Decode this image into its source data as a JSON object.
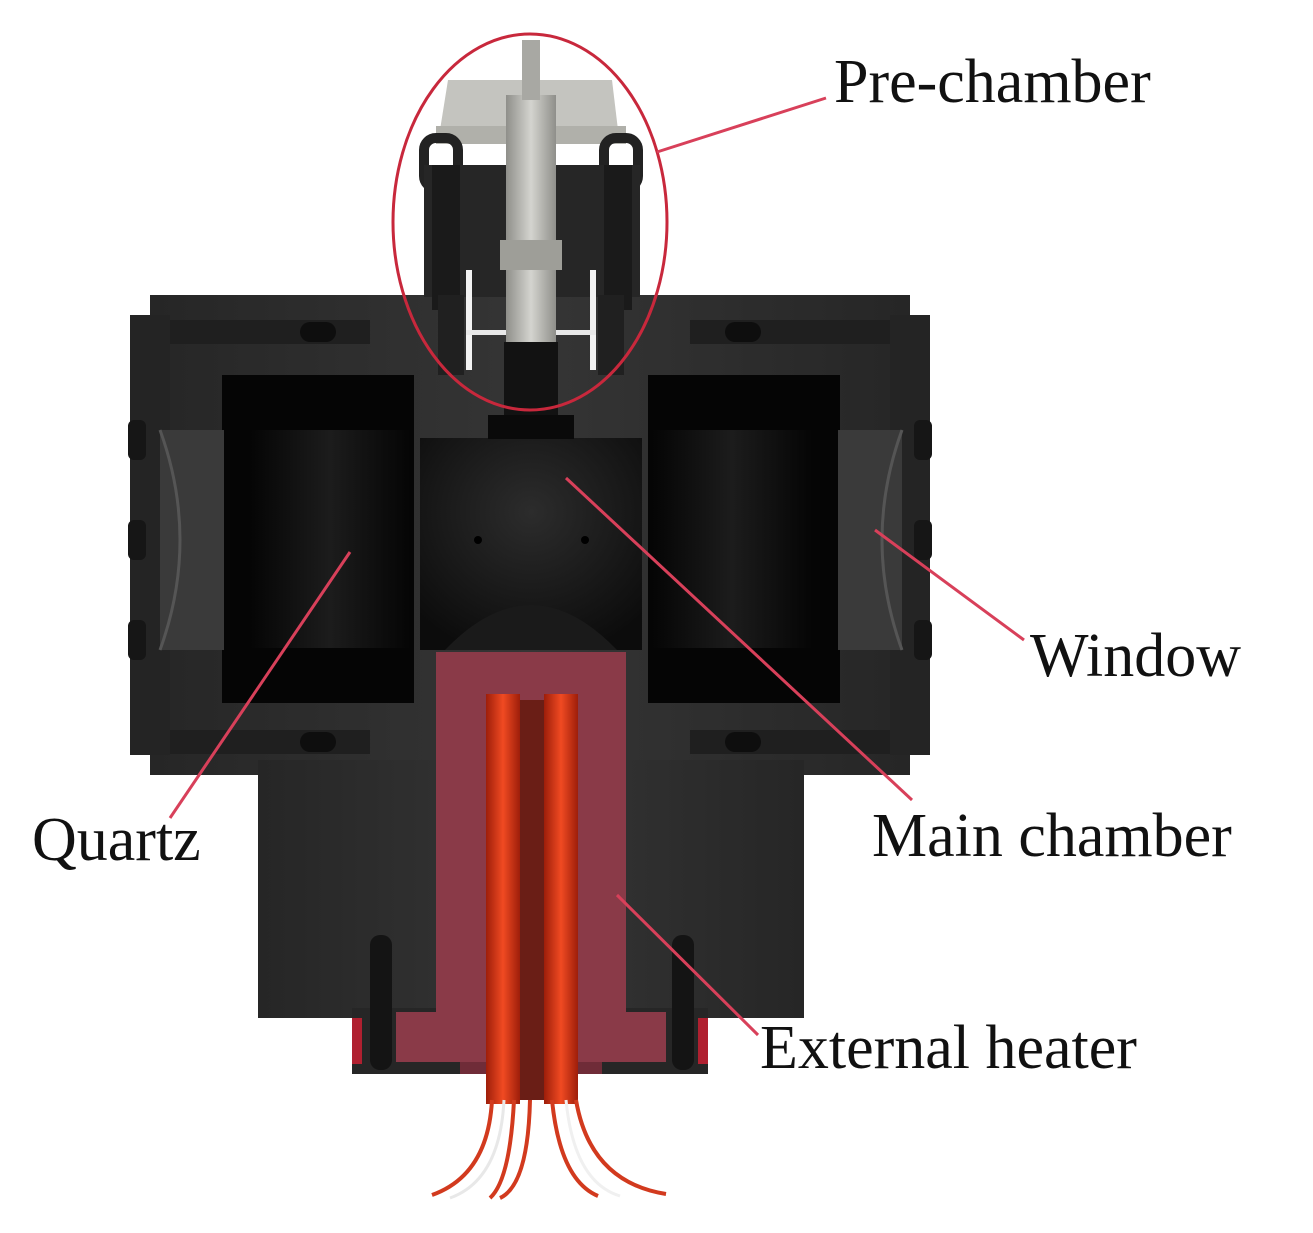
{
  "labels": {
    "pre_chamber": "Pre-chamber",
    "window": "Window",
    "quartz": "Quartz",
    "main_chamber": "Main chamber",
    "external_heater": "External heater"
  },
  "colors": {
    "body": "#2f2f2f",
    "body_dark": "#1e1e1e",
    "cavity": "#080808",
    "heater_block": "#8a3a48",
    "heater_rod": "#e03a18",
    "leader_line": "#d8405a",
    "ring": "#c8283c",
    "injector": "#b5b5b0"
  }
}
